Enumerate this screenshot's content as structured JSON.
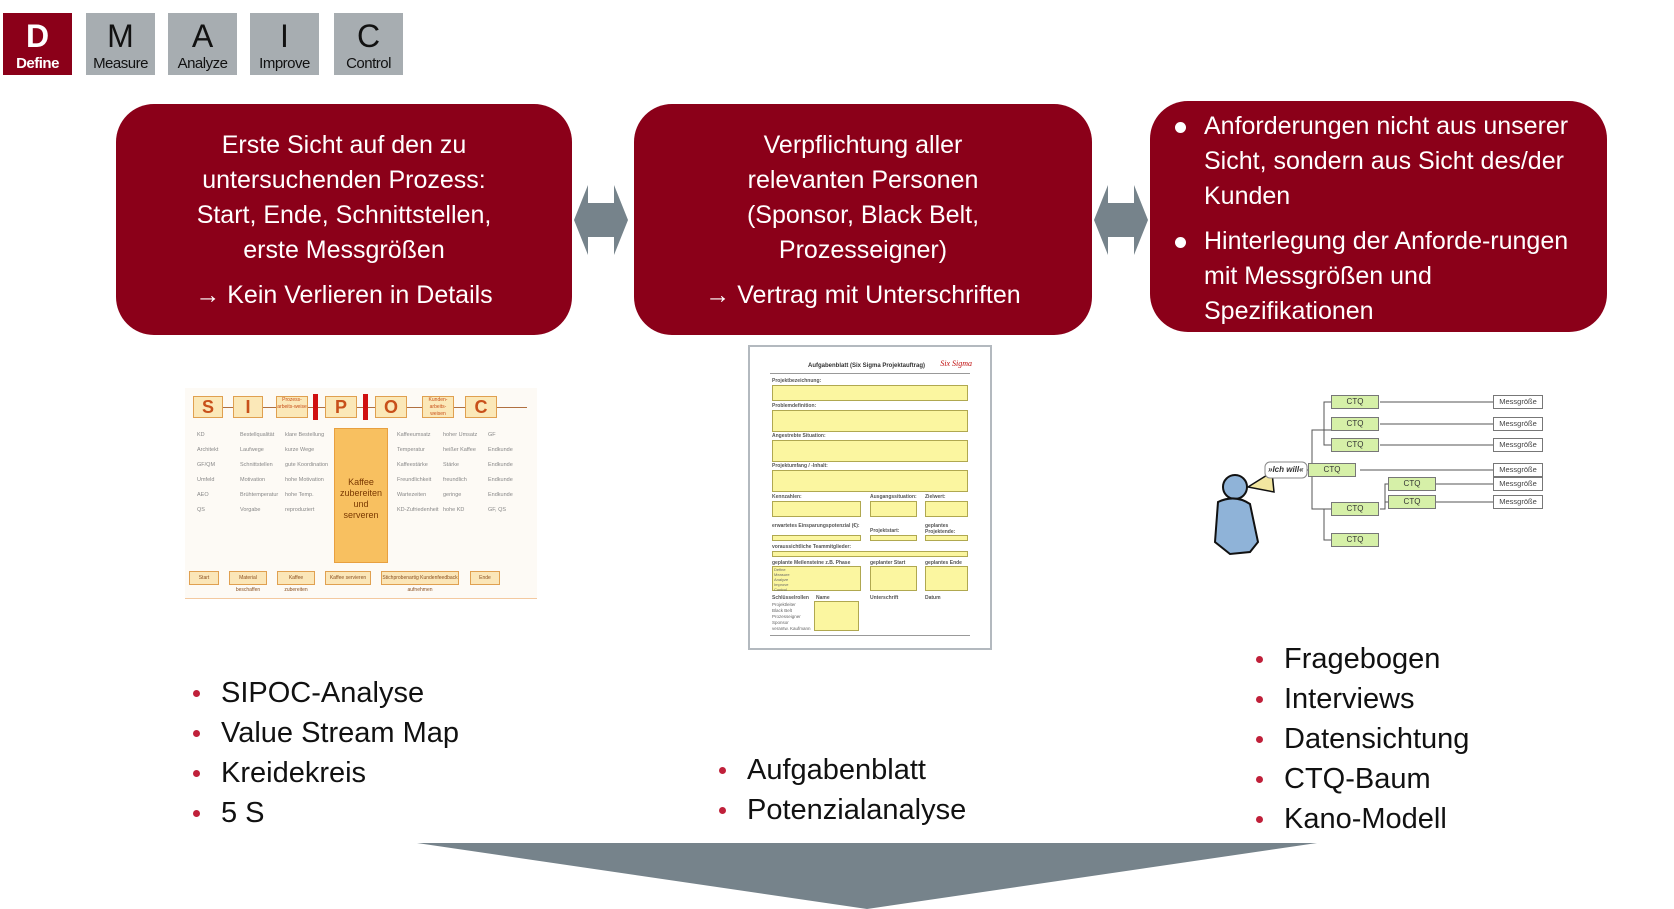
{
  "phases": [
    {
      "letter": "D",
      "label": "Define",
      "active": true
    },
    {
      "letter": "M",
      "label": "Measure",
      "active": false
    },
    {
      "letter": "A",
      "label": "Analyze",
      "active": false
    },
    {
      "letter": "I",
      "label": "Improve",
      "active": false
    },
    {
      "letter": "C",
      "label": "Control",
      "active": false
    }
  ],
  "boxes": {
    "first": {
      "lines": [
        "Erste Sicht auf den zu",
        "untersuchenden Prozess:",
        "Start, Ende, Schnittstellen,",
        "erste Messgrößen"
      ],
      "conclusion": "→ Kein Verlieren in Details"
    },
    "second": {
      "lines": [
        "Verpflichtung aller",
        "relevanten Personen",
        "(Sponsor, Black Belt,",
        "Prozesseigner)"
      ],
      "conclusion": "→ Vertrag mit Unterschriften"
    },
    "third": {
      "bullets": [
        "Anforderungen nicht aus unserer Sicht, sondern aus Sicht des/der Kunden",
        "Hinterlegung der Anforde-rungen mit Messgrößen und Spezifikationen"
      ]
    }
  },
  "sipoc": {
    "letters": [
      "S",
      "I",
      "P",
      "O",
      "C"
    ],
    "small_boxes": [
      "Prozess-arbeits-weise",
      "Kunden-arbeits-weisen"
    ],
    "process": "Kaffee zubereiten und serveren",
    "steps": [
      "Start",
      "Material beschaffen",
      "Kaffee zubereiten",
      "Kaffee servieren",
      "Stichprobenartig Kundenfeedback aufnehmen",
      "Ende"
    ]
  },
  "form": {
    "title": "Aufgabenblatt (Six Sigma Projektauftrag)",
    "logo": "Six Sigma",
    "fields": [
      "Projektbezeichnung:",
      "Problemdefinition:",
      "Angestrebte Situation:",
      "Projektumfang / -Inhalt:",
      "Kennzahlen:",
      "Ausgangssituation:",
      "Zielwert:",
      "erwartetes Einsparungspotenzial (€):",
      "Projektstart:",
      "geplantes Projektende:",
      "voraussichtliche Teammitglieder:",
      "geplante Meilensteine z.B. Phase",
      "geplanter Start",
      "geplantes Ende",
      "Schlüsselrollen",
      "Name",
      "Unterschrift",
      "Datum"
    ],
    "phases": [
      "Define",
      "Measure",
      "Analyze",
      "Improve",
      "Control"
    ],
    "roles": [
      "Projektleiter",
      "Black Belt",
      "Prozesseigner",
      "Sponsor",
      "verantw. Kaufmann"
    ]
  },
  "ctq": {
    "voice": "»Ich will«",
    "node": "CTQ",
    "measure": "Messgröße"
  },
  "lists": {
    "left": [
      "SIPOC-Analyse",
      "Value Stream Map",
      "Kreidekreis",
      "5 S"
    ],
    "middle": [
      "Aufgabenblatt",
      "Potenzialanalyse"
    ],
    "right": [
      "Fragebogen",
      "Interviews",
      "Datensichtung",
      "CTQ-Baum",
      "Kano-Modell"
    ]
  },
  "colors": {
    "primary": "#8b0019",
    "inactive": "#a7adb1",
    "arrow": "#76838b",
    "bullet": "#c0203a"
  }
}
